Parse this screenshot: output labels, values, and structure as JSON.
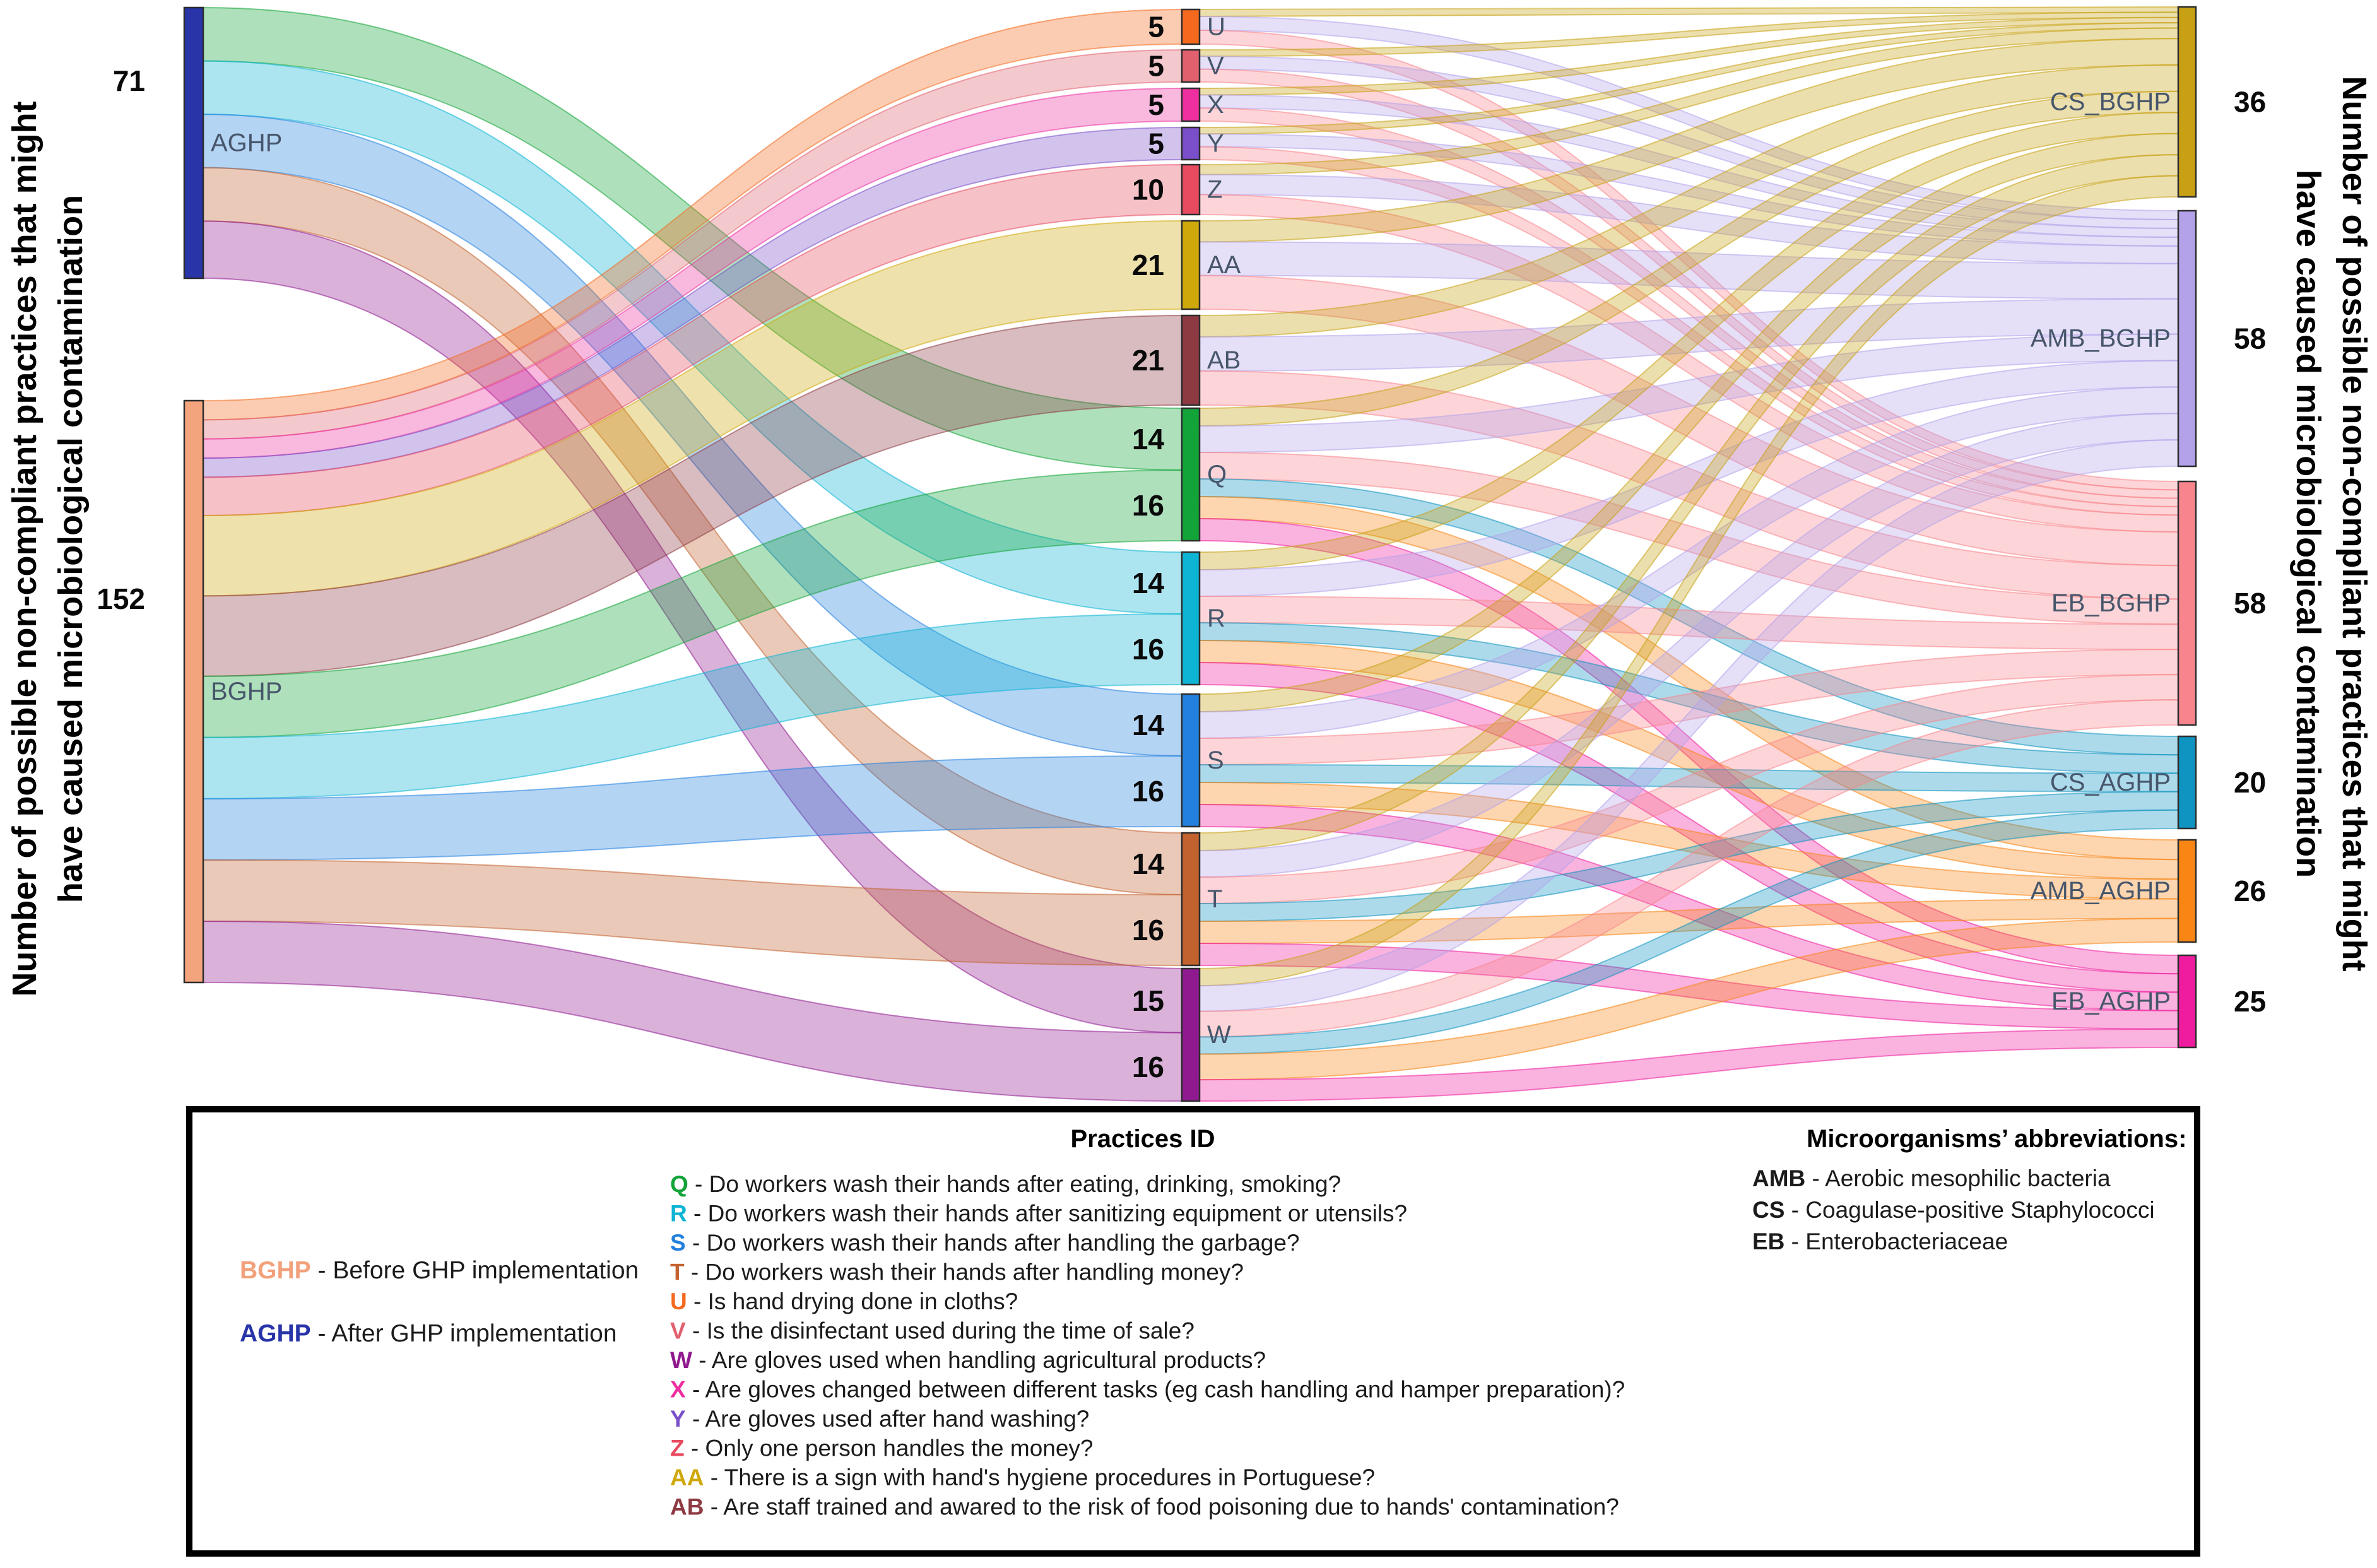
{
  "figure": {
    "left_axis_title": {
      "line1": "Number of possible non-compliant practices that might",
      "line2": "have caused microbiological contamination"
    },
    "right_axis_title": {
      "line1": "Number of possible non-compliant practices that might",
      "line2": "have caused microbiological contamination"
    }
  },
  "chart_data": {
    "type": "sankey",
    "note": "Three-column Sankey. Node totals (71, 152, per-practice inflows and right-side totals) are labeled in the figure; middle-to-right link splits are estimated from ribbon widths.",
    "nodes": [
      {
        "id": "AGHP",
        "label": "AGHP",
        "col": "left",
        "value": 71,
        "color": "#2834a8"
      },
      {
        "id": "BGHP",
        "label": "BGHP",
        "col": "left",
        "value": 152,
        "color": "#f4a47c"
      },
      {
        "id": "U",
        "label": "U",
        "col": "mid",
        "value": 5,
        "color": "#f4691e"
      },
      {
        "id": "V",
        "label": "V",
        "col": "mid",
        "value": 5,
        "color": "#e0606e"
      },
      {
        "id": "X",
        "label": "X",
        "col": "mid",
        "value": 5,
        "color": "#ee2f9f"
      },
      {
        "id": "Y",
        "label": "Y",
        "col": "mid",
        "value": 5,
        "color": "#7a4fc9"
      },
      {
        "id": "Z",
        "label": "Z",
        "col": "mid",
        "value": 10,
        "color": "#e84a5f"
      },
      {
        "id": "AA",
        "label": "AA",
        "col": "mid",
        "value": 21,
        "color": "#cfa80a"
      },
      {
        "id": "AB",
        "label": "AB",
        "col": "mid",
        "value": 21,
        "color": "#8e3a42"
      },
      {
        "id": "Q",
        "label": "Q",
        "col": "mid",
        "value": 30,
        "color": "#12a438"
      },
      {
        "id": "R",
        "label": "R",
        "col": "mid",
        "value": 30,
        "color": "#0db4d4"
      },
      {
        "id": "S",
        "label": "S",
        "col": "mid",
        "value": 30,
        "color": "#2380de"
      },
      {
        "id": "T",
        "label": "T",
        "col": "mid",
        "value": 30,
        "color": "#c2622f"
      },
      {
        "id": "W",
        "label": "W",
        "col": "mid",
        "value": 31,
        "color": "#8f1a8f"
      },
      {
        "id": "CS_BGHP",
        "label": "CS_BGHP",
        "col": "right",
        "value": 36,
        "color": "#c7a013"
      },
      {
        "id": "AMB_BGHP",
        "label": "AMB_BGHP",
        "col": "right",
        "value": 58,
        "color": "#b3a2ea"
      },
      {
        "id": "EB_BGHP",
        "label": "EB_BGHP",
        "col": "right",
        "value": 58,
        "color": "#f8858d"
      },
      {
        "id": "CS_AGHP",
        "label": "CS_AGHP",
        "col": "right",
        "value": 20,
        "color": "#0f93c0"
      },
      {
        "id": "AMB_AGHP",
        "label": "AMB_AGHP",
        "col": "right",
        "value": 26,
        "color": "#f88514"
      },
      {
        "id": "EB_AGHP",
        "label": "EB_AGHP",
        "col": "right",
        "value": 25,
        "color": "#ef1c9f"
      }
    ],
    "links": [
      {
        "s": "AGHP",
        "t": "Q",
        "v": 14
      },
      {
        "s": "AGHP",
        "t": "R",
        "v": 14
      },
      {
        "s": "AGHP",
        "t": "S",
        "v": 14
      },
      {
        "s": "AGHP",
        "t": "T",
        "v": 14
      },
      {
        "s": "AGHP",
        "t": "W",
        "v": 15
      },
      {
        "s": "BGHP",
        "t": "U",
        "v": 5
      },
      {
        "s": "BGHP",
        "t": "V",
        "v": 5
      },
      {
        "s": "BGHP",
        "t": "X",
        "v": 5
      },
      {
        "s": "BGHP",
        "t": "Y",
        "v": 5
      },
      {
        "s": "BGHP",
        "t": "Z",
        "v": 10
      },
      {
        "s": "BGHP",
        "t": "AA",
        "v": 21
      },
      {
        "s": "BGHP",
        "t": "AB",
        "v": 21
      },
      {
        "s": "BGHP",
        "t": "Q",
        "v": 16
      },
      {
        "s": "BGHP",
        "t": "R",
        "v": 16
      },
      {
        "s": "BGHP",
        "t": "S",
        "v": 16
      },
      {
        "s": "BGHP",
        "t": "T",
        "v": 16
      },
      {
        "s": "BGHP",
        "t": "W",
        "v": 16
      },
      {
        "s": "U",
        "t": "CS_BGHP",
        "v": 1
      },
      {
        "s": "U",
        "t": "AMB_BGHP",
        "v": 2
      },
      {
        "s": "U",
        "t": "EB_BGHP",
        "v": 2
      },
      {
        "s": "V",
        "t": "CS_BGHP",
        "v": 1
      },
      {
        "s": "V",
        "t": "AMB_BGHP",
        "v": 2
      },
      {
        "s": "V",
        "t": "EB_BGHP",
        "v": 2
      },
      {
        "s": "X",
        "t": "CS_BGHP",
        "v": 1
      },
      {
        "s": "X",
        "t": "AMB_BGHP",
        "v": 2
      },
      {
        "s": "X",
        "t": "EB_BGHP",
        "v": 2
      },
      {
        "s": "Y",
        "t": "CS_BGHP",
        "v": 1
      },
      {
        "s": "Y",
        "t": "AMB_BGHP",
        "v": 2
      },
      {
        "s": "Y",
        "t": "EB_BGHP",
        "v": 2
      },
      {
        "s": "Z",
        "t": "CS_BGHP",
        "v": 2
      },
      {
        "s": "Z",
        "t": "AMB_BGHP",
        "v": 4
      },
      {
        "s": "Z",
        "t": "EB_BGHP",
        "v": 4
      },
      {
        "s": "AA",
        "t": "CS_BGHP",
        "v": 5
      },
      {
        "s": "AA",
        "t": "AMB_BGHP",
        "v": 8
      },
      {
        "s": "AA",
        "t": "EB_BGHP",
        "v": 8
      },
      {
        "s": "AB",
        "t": "CS_BGHP",
        "v": 5
      },
      {
        "s": "AB",
        "t": "AMB_BGHP",
        "v": 8
      },
      {
        "s": "AB",
        "t": "EB_BGHP",
        "v": 8
      },
      {
        "s": "Q",
        "t": "CS_BGHP",
        "v": 4
      },
      {
        "s": "Q",
        "t": "AMB_BGHP",
        "v": 6
      },
      {
        "s": "Q",
        "t": "EB_BGHP",
        "v": 6
      },
      {
        "s": "Q",
        "t": "CS_AGHP",
        "v": 4
      },
      {
        "s": "Q",
        "t": "AMB_AGHP",
        "v": 5
      },
      {
        "s": "Q",
        "t": "EB_AGHP",
        "v": 5
      },
      {
        "s": "R",
        "t": "CS_BGHP",
        "v": 4
      },
      {
        "s": "R",
        "t": "AMB_BGHP",
        "v": 6
      },
      {
        "s": "R",
        "t": "EB_BGHP",
        "v": 6
      },
      {
        "s": "R",
        "t": "CS_AGHP",
        "v": 4
      },
      {
        "s": "R",
        "t": "AMB_AGHP",
        "v": 5
      },
      {
        "s": "R",
        "t": "EB_AGHP",
        "v": 5
      },
      {
        "s": "S",
        "t": "CS_BGHP",
        "v": 4
      },
      {
        "s": "S",
        "t": "AMB_BGHP",
        "v": 6
      },
      {
        "s": "S",
        "t": "EB_BGHP",
        "v": 6
      },
      {
        "s": "S",
        "t": "CS_AGHP",
        "v": 4
      },
      {
        "s": "S",
        "t": "AMB_AGHP",
        "v": 5
      },
      {
        "s": "S",
        "t": "EB_AGHP",
        "v": 5
      },
      {
        "s": "T",
        "t": "CS_BGHP",
        "v": 4
      },
      {
        "s": "T",
        "t": "AMB_BGHP",
        "v": 6
      },
      {
        "s": "T",
        "t": "EB_BGHP",
        "v": 6
      },
      {
        "s": "T",
        "t": "CS_AGHP",
        "v": 4
      },
      {
        "s": "T",
        "t": "AMB_AGHP",
        "v": 5
      },
      {
        "s": "T",
        "t": "EB_AGHP",
        "v": 5
      },
      {
        "s": "W",
        "t": "CS_BGHP",
        "v": 4
      },
      {
        "s": "W",
        "t": "AMB_BGHP",
        "v": 6
      },
      {
        "s": "W",
        "t": "EB_BGHP",
        "v": 6
      },
      {
        "s": "W",
        "t": "CS_AGHP",
        "v": 4
      },
      {
        "s": "W",
        "t": "AMB_AGHP",
        "v": 6
      },
      {
        "s": "W",
        "t": "EB_AGHP",
        "v": 5
      }
    ]
  },
  "legend": {
    "practices_title": "Practices ID",
    "practices": [
      {
        "id": "Q",
        "color": "#12a438",
        "text": "Do workers wash their hands after eating, drinking, smoking?"
      },
      {
        "id": "R",
        "color": "#0db4d4",
        "text": "Do workers wash their hands after sanitizing equipment or utensils?"
      },
      {
        "id": "S",
        "color": "#2380de",
        "text": "Do workers wash their hands after handling the garbage?"
      },
      {
        "id": "T",
        "color": "#c2622f",
        "text": "Do workers wash their hands after handling money?"
      },
      {
        "id": "U",
        "color": "#f4691e",
        "text": "Is hand drying done in cloths?"
      },
      {
        "id": "V",
        "color": "#e0606e",
        "text": "Is the disinfectant used during the time of sale?"
      },
      {
        "id": "W",
        "color": "#8f1a8f",
        "text": "Are gloves used when handling agricultural products?"
      },
      {
        "id": "X",
        "color": "#ee2f9f",
        "text": "Are gloves changed between different tasks (eg cash handling and hamper preparation)?"
      },
      {
        "id": "Y",
        "color": "#7a4fc9",
        "text": "Are gloves used after hand washing?"
      },
      {
        "id": "Z",
        "color": "#e84a5f",
        "text": "Only one person handles the money?"
      },
      {
        "id": "AA",
        "color": "#cfa80a",
        "text": "There is a sign with hand's hygiene procedures in Portuguese?"
      },
      {
        "id": "AB",
        "color": "#8e3a42",
        "text": "Are staff trained and awared to the risk of food poisoning due to hands' contamination?"
      }
    ],
    "groups": [
      {
        "id": "BGHP",
        "color": "#f2a17c",
        "text": "Before GHP implementation"
      },
      {
        "id": "AGHP",
        "color": "#2834a8",
        "text": "After GHP implementation"
      }
    ],
    "micro_title": "Microorganisms’ abbreviations:",
    "microorganisms": [
      {
        "id": "AMB",
        "text": "Aerobic mesophilic bacteria"
      },
      {
        "id": "CS",
        "text": "Coagulase-positive Staphylococci"
      },
      {
        "id": "EB",
        "text": "Enterobacteriaceae"
      }
    ]
  }
}
